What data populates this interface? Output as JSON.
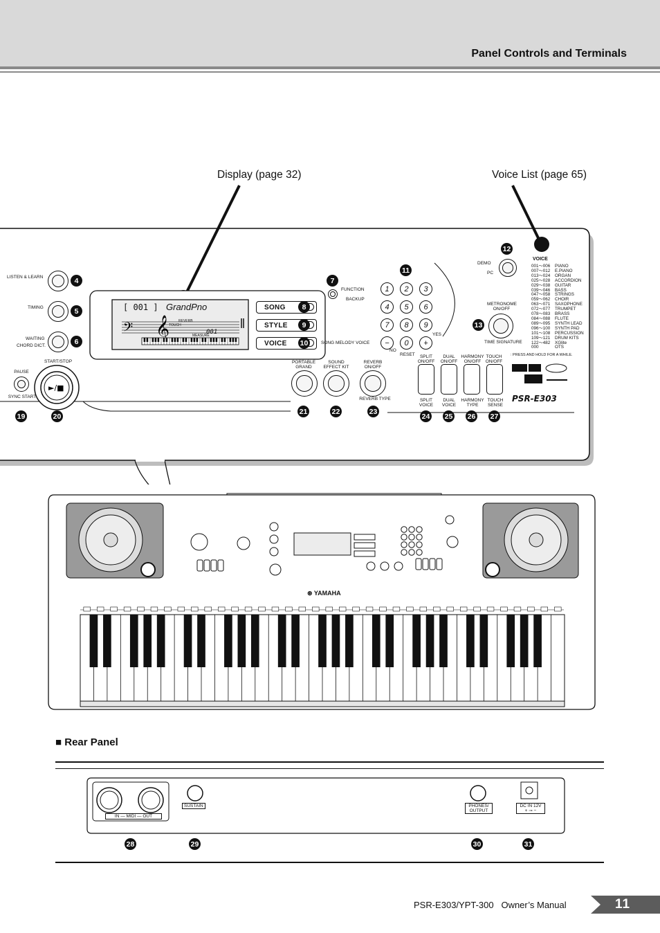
{
  "header": {
    "section_title": "Panel Controls and Terminals"
  },
  "callouts": {
    "display": "Display (page 32)",
    "voice_list": "Voice List (page 65)"
  },
  "panel": {
    "left_buttons": [
      "LISTEN & LEARN",
      "TIMING",
      "WAITING",
      "CHORD DICT."
    ],
    "pause": "PAUSE",
    "sync_start": "SYNC START",
    "start_stop": "START/STOP",
    "function": "FUNCTION",
    "backup": "BACKUP",
    "mode_buttons": [
      "SONG",
      "STYLE",
      "VOICE"
    ],
    "song_melody_voice": "SONG MELODY VOICE",
    "lcd": {
      "number": "001",
      "name": "GrandPno",
      "reverb": "REVERB",
      "touch": "TOUCH",
      "measure": "MEASURE",
      "measure_value": "001"
    },
    "keypad": [
      "1",
      "2",
      "3",
      "4",
      "5",
      "6",
      "7",
      "8",
      "9",
      "−",
      "0",
      "+"
    ],
    "keypad_no": "NO",
    "keypad_yes": "YES",
    "keypad_reset": "RESET",
    "demo": "DEMO",
    "pc": "PC",
    "metronome": "METRONOME ON/OFF",
    "time_signature": "TIME SIGNATURE",
    "portable_grand": "PORTABLE GRAND",
    "sound_effect_kit": "SOUND EFFECT KIT",
    "reverb_onoff": "REVERB ON/OFF",
    "reverb_type": "REVERB TYPE",
    "split": "SPLIT ON/OFF",
    "dual": "DUAL ON/OFF",
    "harmony": "HARMONY ON/OFF",
    "touch": "TOUCH ON/OFF",
    "split_voice": "SPLIT VOICE",
    "dual_voice": "DUAL VOICE",
    "harmony_type": "HARMONY TYPE",
    "touch_sense": "TOUCH SENSE",
    "press_hold": ": PRESS AND HOLD FOR A WHILE.",
    "model_logo": "PSR-E303",
    "voice_heading": "VOICE",
    "voice_list": [
      {
        "range": "001～006",
        "name": "PIANO"
      },
      {
        "range": "007～012",
        "name": "E.PIANO"
      },
      {
        "range": "013～024",
        "name": "ORGAN"
      },
      {
        "range": "025～028",
        "name": "ACCORDION"
      },
      {
        "range": "029～038",
        "name": "GUITAR"
      },
      {
        "range": "039～046",
        "name": "BASS"
      },
      {
        "range": "047～058",
        "name": "STRINGS"
      },
      {
        "range": "059～062",
        "name": "CHOIR"
      },
      {
        "range": "063～071",
        "name": "SAXOPHONE"
      },
      {
        "range": "072～077",
        "name": "TRUMPET"
      },
      {
        "range": "078～083",
        "name": "BRASS"
      },
      {
        "range": "084～088",
        "name": "FLUTE"
      },
      {
        "range": "089～095",
        "name": "SYNTH LEAD"
      },
      {
        "range": "096～100",
        "name": "SYNTH PAD"
      },
      {
        "range": "101～108",
        "name": "PERCUSSION"
      },
      {
        "range": "109～121",
        "name": "DRUM KITS"
      },
      {
        "range": "122～482",
        "name": "XGlite"
      },
      {
        "range": "000",
        "name": "OTS"
      }
    ],
    "badges": {
      "b4": "4",
      "b5": "5",
      "b6": "6",
      "b7": "7",
      "b8": "8",
      "b9": "9",
      "b10": "10",
      "b11": "11",
      "b12": "12",
      "b13": "13",
      "b19": "19",
      "b20": "20",
      "b21": "21",
      "b22": "22",
      "b23": "23",
      "b24": "24",
      "b25": "25",
      "b26": "26",
      "b27": "27"
    }
  },
  "keyboard": {
    "brand": "YAMAHA"
  },
  "rear_panel": {
    "title": "Rear Panel",
    "midi": "IN — MIDI — OUT",
    "sustain": "SUSTAIN",
    "phones": "PHONES/ OUTPUT",
    "dc_in": "DC IN 12V",
    "badges": {
      "b28": "28",
      "b29": "29",
      "b30": "30",
      "b31": "31"
    }
  },
  "footer": {
    "manual": "PSR-E303/YPT-300   Owner’s Manual",
    "page_number": "11"
  }
}
